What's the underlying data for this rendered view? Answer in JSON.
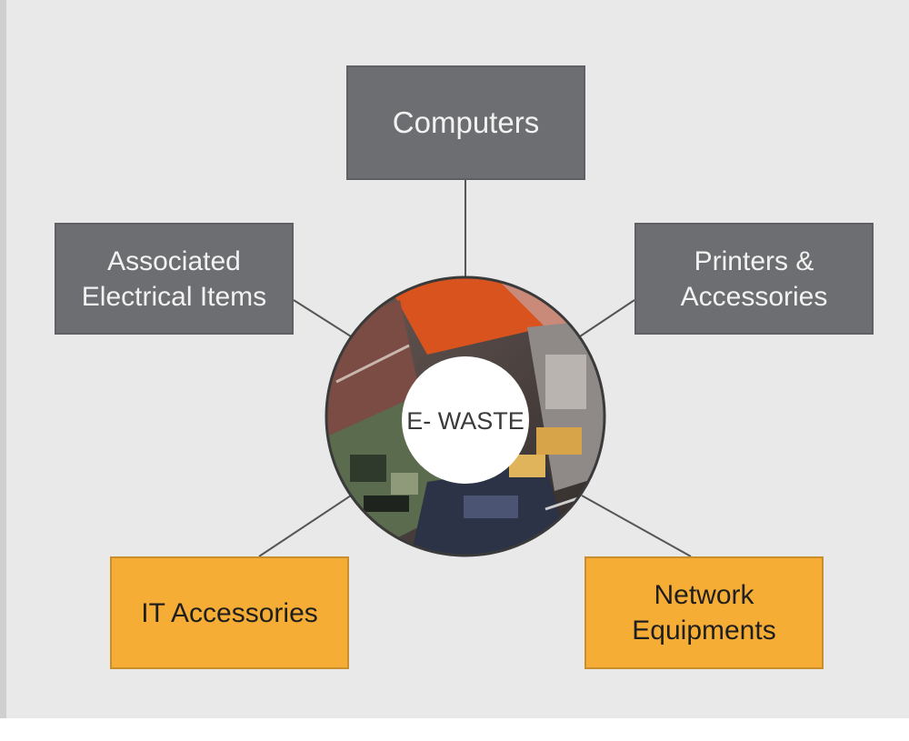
{
  "center": {
    "label": "E- WASTE"
  },
  "categories": [
    {
      "id": "computers",
      "label": "Computers",
      "color": "#6d6e71"
    },
    {
      "id": "associated",
      "label": "Associated\nElectrical Items",
      "color": "#6d6e71"
    },
    {
      "id": "printers",
      "label": "Printers &\nAccessories",
      "color": "#6d6e71"
    },
    {
      "id": "it",
      "label": "IT Accessories",
      "color": "#f5ad36"
    },
    {
      "id": "network",
      "label": "Network\nEquipments",
      "color": "#f5ad36"
    }
  ]
}
